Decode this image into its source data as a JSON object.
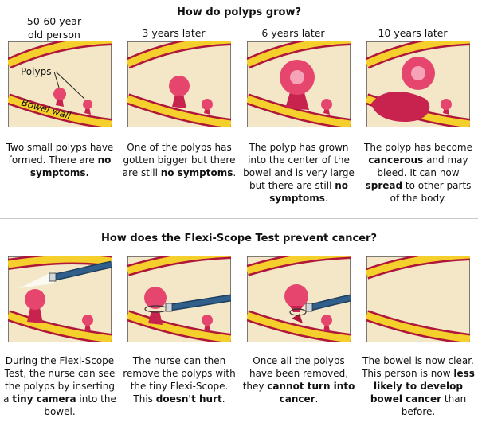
{
  "top": {
    "title": "How do polyps grow?",
    "columns": [
      {
        "heading": "50-60 year\nold person",
        "caption": [
          {
            "t": "Two small polyps have formed. There are "
          },
          {
            "t": "no symptoms.",
            "b": true
          }
        ]
      },
      {
        "heading": "3 years later",
        "caption": [
          {
            "t": "One of the polyps has gotten bigger but there are still "
          },
          {
            "t": "no symptoms",
            "b": true
          },
          {
            "t": "."
          }
        ]
      },
      {
        "heading": "6 years later",
        "caption": [
          {
            "t": "The polyp has grown into the center of the bowel and is very large but there are still "
          },
          {
            "t": "no symptoms",
            "b": true
          },
          {
            "t": "."
          }
        ]
      },
      {
        "heading": "10 years later",
        "caption": [
          {
            "t": "The polyp has become "
          },
          {
            "t": "cancerous",
            "b": true
          },
          {
            "t": " and may bleed. It can now "
          },
          {
            "t": "spread",
            "b": true
          },
          {
            "t": " to other parts of the body."
          }
        ]
      }
    ],
    "labels": {
      "polyps": "Polyps",
      "bowel_wall": "Bowel wall"
    }
  },
  "bottom": {
    "title": "How does the Flexi-Scope Test prevent cancer?",
    "columns": [
      {
        "caption": [
          {
            "t": "During the Flexi-Scope Test, the nurse can see the polyps by inserting a "
          },
          {
            "t": "tiny camera",
            "b": true
          },
          {
            "t": " into the bowel."
          }
        ]
      },
      {
        "caption": [
          {
            "t": "The nurse can then remove the polyps with the tiny Flexi-Scope. This "
          },
          {
            "t": "doesn't hurt",
            "b": true
          },
          {
            "t": "."
          }
        ]
      },
      {
        "caption": [
          {
            "t": "Once all the polyps have been removed, they "
          },
          {
            "t": "cannot turn into cancer",
            "b": true
          },
          {
            "t": "."
          }
        ]
      },
      {
        "caption": [
          {
            "t": "The bowel is now clear. This person is now "
          },
          {
            "t": "less likely to develop bowel cancer",
            "b": true
          },
          {
            "t": " than before."
          }
        ]
      }
    ]
  },
  "colors": {
    "bowel_yellow": "#f5cf2b",
    "bowel_red": "#b0163a",
    "tissue": "#f3e7c8",
    "polyp": "#e6466e",
    "scope": "#2f5f8a"
  }
}
